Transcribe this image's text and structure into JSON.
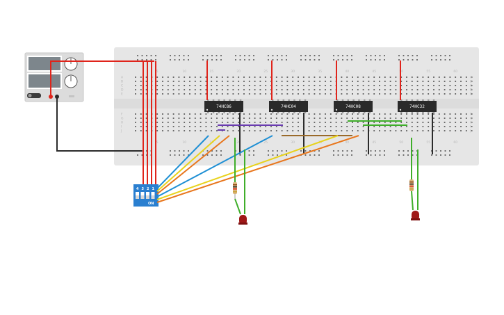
{
  "chips": [
    {
      "name": "chip-74hc86",
      "label": "74HC86"
    },
    {
      "name": "chip-74hc04",
      "label": "74HC04"
    },
    {
      "name": "chip-74hc08",
      "label": "74HC08"
    },
    {
      "name": "chip-74hc32",
      "label": "74HC32"
    }
  ],
  "breadboard": {
    "row_labels": [
      "A",
      "B",
      "C",
      "D",
      "E",
      "F",
      "G",
      "H",
      "I",
      "J"
    ],
    "col_labels": [
      "5",
      "10",
      "15",
      "20",
      "25",
      "30",
      "35",
      "40",
      "45",
      "50",
      "55",
      "60"
    ],
    "col_numbers": [
      5,
      10,
      15,
      20,
      25,
      30,
      35,
      40,
      45,
      50,
      55,
      60
    ]
  },
  "dip_switch": {
    "on_label": "ON",
    "numbers": [
      "4",
      "3",
      "2",
      "1"
    ]
  },
  "colors": {
    "breadboard": "#e6e6e6",
    "wire_red": "#e0241b",
    "wire_black": "#2b2b2b",
    "wire_blue": "#1e8fd4",
    "wire_yellow": "#e8d21c",
    "wire_orange": "#e8761c",
    "wire_green": "#3fae2a",
    "wire_purple": "#6a3cb0",
    "wire_brown": "#9a6a2a",
    "chip": "#2a2a2a",
    "switch": "#2a7fd0",
    "led": "#a01818"
  }
}
